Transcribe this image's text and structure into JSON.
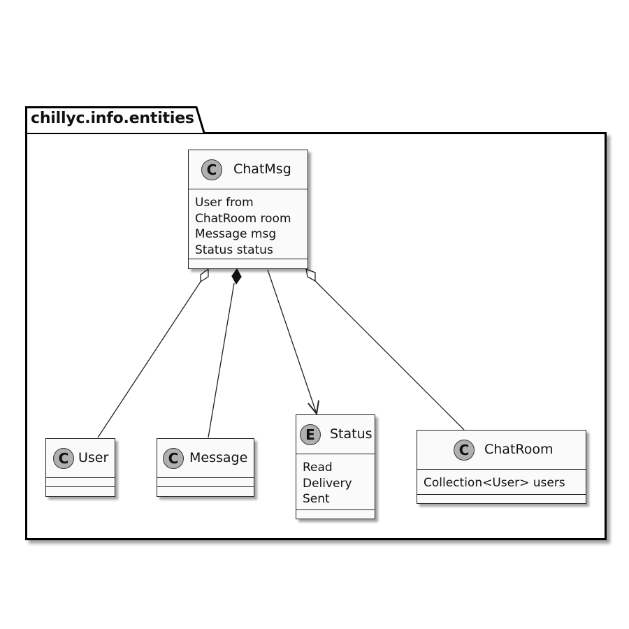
{
  "package": {
    "name": "chillyc.info.entities"
  },
  "classes": {
    "chatmsg": {
      "badge": "C",
      "name": "ChatMsg",
      "attributes": [
        "User from",
        "ChatRoom room",
        "Message msg",
        "Status status"
      ]
    },
    "user": {
      "badge": "C",
      "name": "User",
      "attributes": []
    },
    "message": {
      "badge": "C",
      "name": "Message",
      "attributes": []
    },
    "status": {
      "badge": "E",
      "name": "Status",
      "attributes": [
        "Read",
        "Delivery",
        "Sent"
      ]
    },
    "chatroom": {
      "badge": "C",
      "name": "ChatRoom",
      "attributes": [
        "Collection<User> users"
      ]
    }
  },
  "relations": [
    {
      "from": "ChatMsg",
      "to": "User",
      "type": "aggregation"
    },
    {
      "from": "ChatMsg",
      "to": "Message",
      "type": "composition"
    },
    {
      "from": "ChatMsg",
      "to": "Status",
      "type": "association"
    },
    {
      "from": "ChatMsg",
      "to": "ChatRoom",
      "type": "aggregation"
    }
  ]
}
